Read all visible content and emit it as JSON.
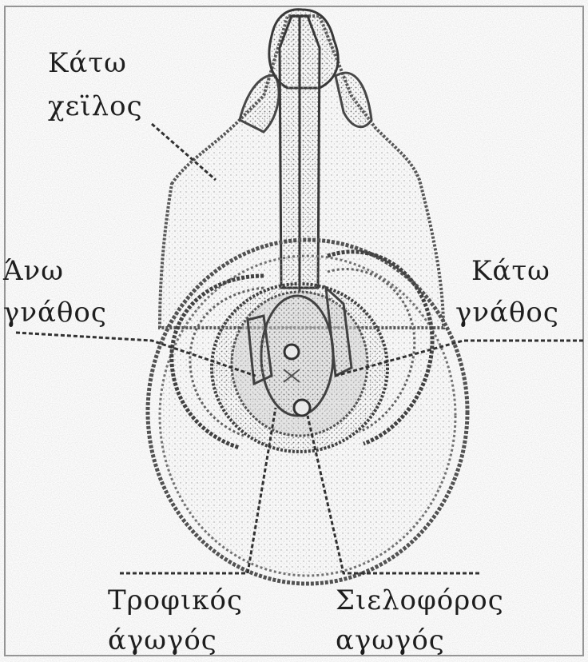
{
  "labels": {
    "lower_lip": [
      "Κάτω",
      "χεϊλος"
    ],
    "upper_jaw": [
      "Άνω",
      "γνάθος"
    ],
    "lower_jaw": [
      "Κάτω",
      "γνάθος"
    ],
    "food_canal": [
      "Τροφικός",
      "άγωγός"
    ],
    "salivary_duct": [
      "Σιελοφόρος",
      "αγωγός"
    ]
  },
  "colors": {
    "ink": "#2a2a2a",
    "stipple": "#8a8a8a",
    "shade": "#c9c9c9",
    "frame": "#9a9a9a"
  }
}
